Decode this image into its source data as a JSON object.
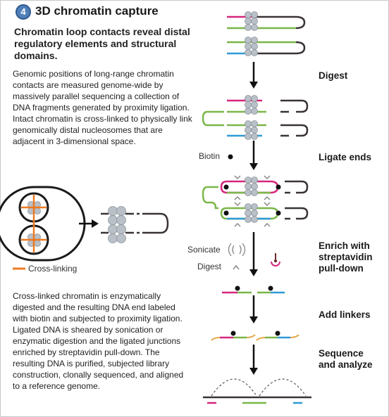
{
  "header": {
    "badge_number": "4",
    "title": "3D chromatin capture",
    "subtitle": "Chromatin loop contacts reveal distal regulatory elements and structural domains."
  },
  "intro_text": "Genomic positions of long-range chromatin contacts are measured genome-wide by massively parallel sequencing a collection of DNA fragments generated by proximity ligation. Intact chromatin is cross-linked to physically link genomically distal nucleosomes that are adjacent in 3-dimensional space.",
  "legend": {
    "cross_linking": "Cross-linking"
  },
  "method_text": "Cross-linked chromatin is enzymatically digested and the resulting DNA end labeled with biotin and subjected to proximity ligation. Ligated DNA is sheared by sonication or enzymatic digestion and the ligated junctions enriched by streptavidin pull-down. The resulting DNA is purified, subjected library construction, clonally sequenced, and aligned to a reference genome.",
  "steps": {
    "digest": "Digest",
    "ligate": "Ligate ends",
    "enrich_line1": "Enrich with",
    "enrich_line2": "streptavidin",
    "enrich_line3": "pull-down",
    "linkers": "Add linkers",
    "sequence_line1": "Sequence",
    "sequence_line2": "and analyze"
  },
  "labels": {
    "biotin": "Biotin",
    "sonicate": "Sonicate",
    "digest_small": "Digest"
  },
  "colors": {
    "magenta": "#d6267d",
    "green": "#7ab648",
    "blue": "#2f9ad6",
    "orange": "#ee7a22",
    "dark": "#3a3335",
    "nucleosome": "#b9c0c7",
    "badge": "#4f7fb8",
    "arrow": "#111111"
  }
}
